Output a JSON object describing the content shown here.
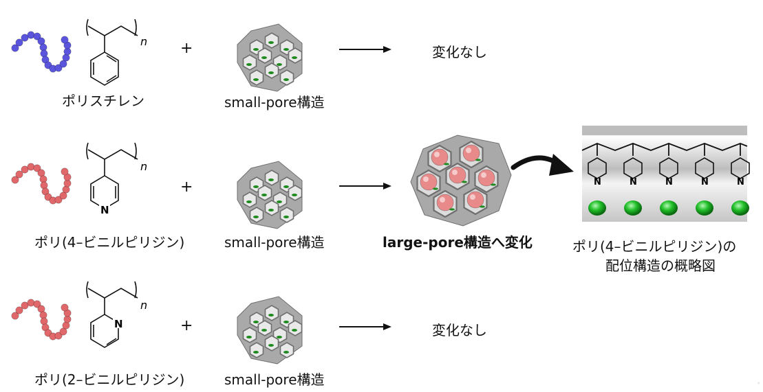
{
  "rows": [
    {
      "polymer_label": "ポリスチレン",
      "framework_label": "small-pore構造",
      "result_label": "変化なし",
      "subscript": "n",
      "plus": "+",
      "bead_color": "#5a55dc",
      "ring_heteroatom": ""
    },
    {
      "polymer_label": "ポリ(4–ビニルピリジン)",
      "framework_label": "small-pore構造",
      "result_label": "large-pore構造へ変化",
      "subscript": "n",
      "plus": "+",
      "bead_color": "#e0676a",
      "ring_heteroatom": "N"
    },
    {
      "polymer_label": "ポリ(2–ビニルピリジン)",
      "framework_label": "small-pore構造",
      "result_label": "変化なし",
      "subscript": "n",
      "plus": "+",
      "bead_color": "#e0676a",
      "ring_heteroatom": "N"
    }
  ],
  "coordination": {
    "caption_line1": "ポリ(4–ビニルピリジン)の",
    "caption_line2": "配位構造の概略図",
    "atom_label": "N"
  },
  "colors": {
    "framework": "#a9a9a9",
    "framework_dark": "#6e6e6e",
    "guest_green": "#1f8a1f",
    "metal_green": "#22c02a",
    "polymer_sphere": "#e88a8a"
  }
}
